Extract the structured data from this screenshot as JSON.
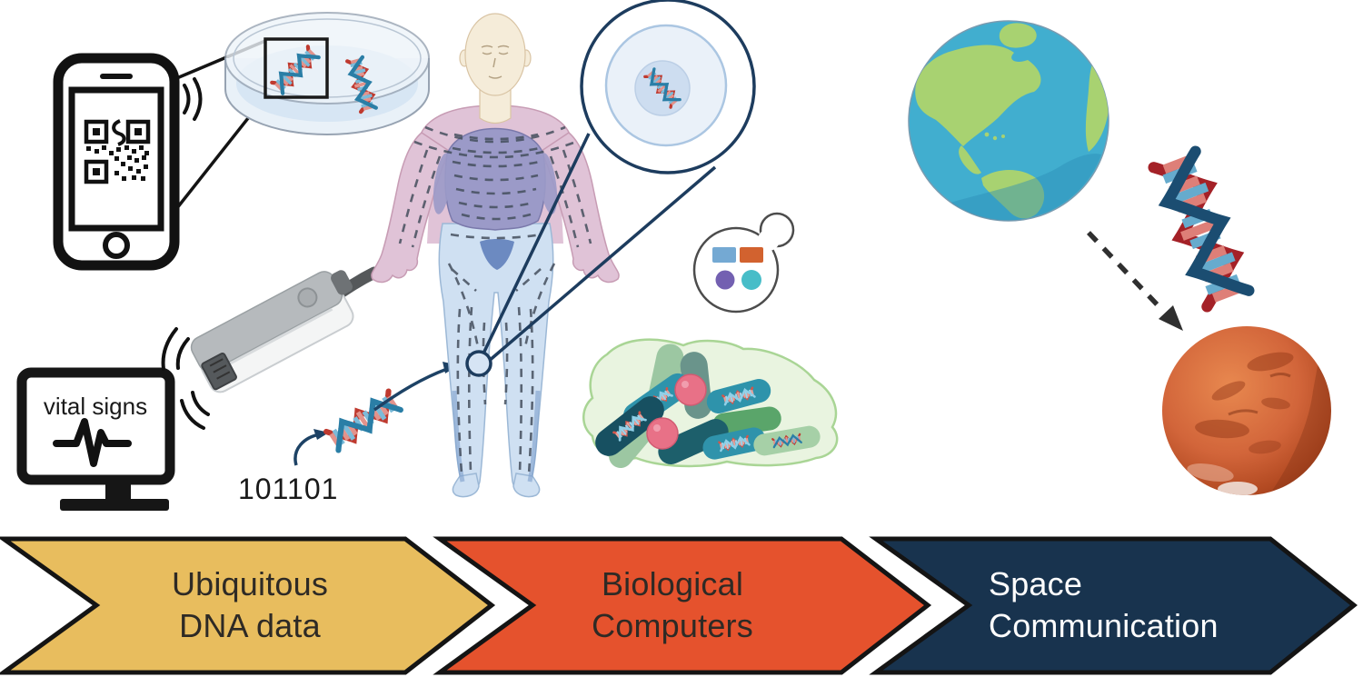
{
  "figure": {
    "monitor_label": "vital signs",
    "binary_label": "101101"
  },
  "banners": [
    {
      "line1": "Ubiquitous",
      "line2": "DNA data",
      "fill": "#e8bd5e",
      "text_color": "#2e2a25"
    },
    {
      "line1": "Biological",
      "line2": "Computers",
      "fill": "#e5522d",
      "text_color": "#2e2a25"
    },
    {
      "line1": "Space",
      "line2": "Communication",
      "fill": "#18334e",
      "text_color": "#fdfdfd"
    }
  ],
  "colors": {
    "dna_red": "#bf3a2f",
    "dna_blue": "#2a7ea6",
    "dna_dark_red": "#a42127",
    "dna_navy": "#1b4d71",
    "earth_ocean": "#41aecf",
    "earth_land": "#a8d271",
    "mars_surface": "#c1502a",
    "bacteria_teal": "#2e93ab",
    "bacteria_dark": "#175061",
    "bacteria_green": "#5aa56a",
    "coccus_pink": "#e87187",
    "body_skin": "#f5ecd9",
    "body_pink": "#e0c3d7",
    "body_purple": "#9b9ac8",
    "body_blue": "#cfe0f2",
    "callout_navy": "#1d3c5e"
  },
  "icons": {
    "smartphone-qr-icon": "phone displaying QR code",
    "signal-waves-icon": "wireless signal arcs",
    "petri-dish-icon": "petri dish holding DNA strands",
    "monitor-vitals-icon": "monitor showing vital signs",
    "heartbeat-icon": "ECG waveform",
    "sequencer-icon": "portable DNA sequencer",
    "dna-helix-icon": "DNA double helix",
    "human-body-icon": "human figure mapped with dashes",
    "cell-callout-icon": "magnified cell with nucleus DNA",
    "yeast-cell-icon": "budding cell with logic shapes",
    "bacteria-cluster-icon": "bacterial community carrying DNA",
    "earth-icon": "planet Earth",
    "mars-icon": "planet Mars",
    "dashed-arrow-icon": "dashed transfer arrow"
  }
}
